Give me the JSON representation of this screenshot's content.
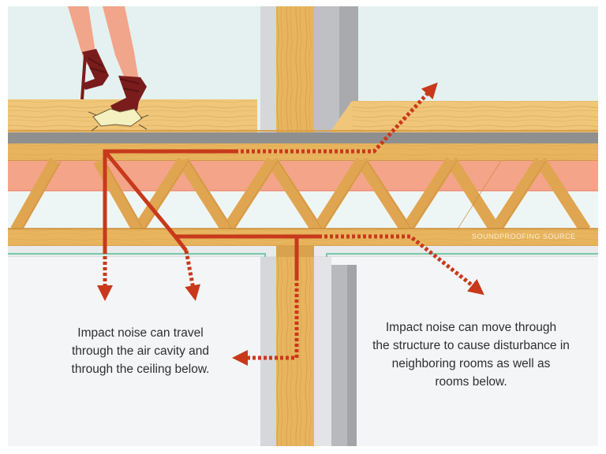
{
  "diagram": {
    "captions": {
      "left": "Impact noise can travel\nthrough the air cavity and\nthrough the ceiling below.",
      "right": "Impact noise can move through\nthe structure to cause disturbance in\nneighboring rooms as well as\nrooms below."
    },
    "watermark": "SOUNDPROOFING SOURCE",
    "colors": {
      "sky": "#e4f1f0",
      "wood_light": "#f0c77a",
      "wood_mid": "#e8b55e",
      "wood_dark": "#c88c3c",
      "subfloor": "#8f8f8f",
      "insulation": "#f4a488",
      "drywall": "#e9eaec",
      "wall_shadow": "#b8b9bd",
      "green_trim": "#76c9a8",
      "noise_arrow": "#c8391b",
      "shoe": "#7a1c1c",
      "skin": "#f1a58a"
    },
    "icons": [
      "high-heel-shoe-icon",
      "impact-burst-icon",
      "noise-arrow-icon"
    ]
  }
}
